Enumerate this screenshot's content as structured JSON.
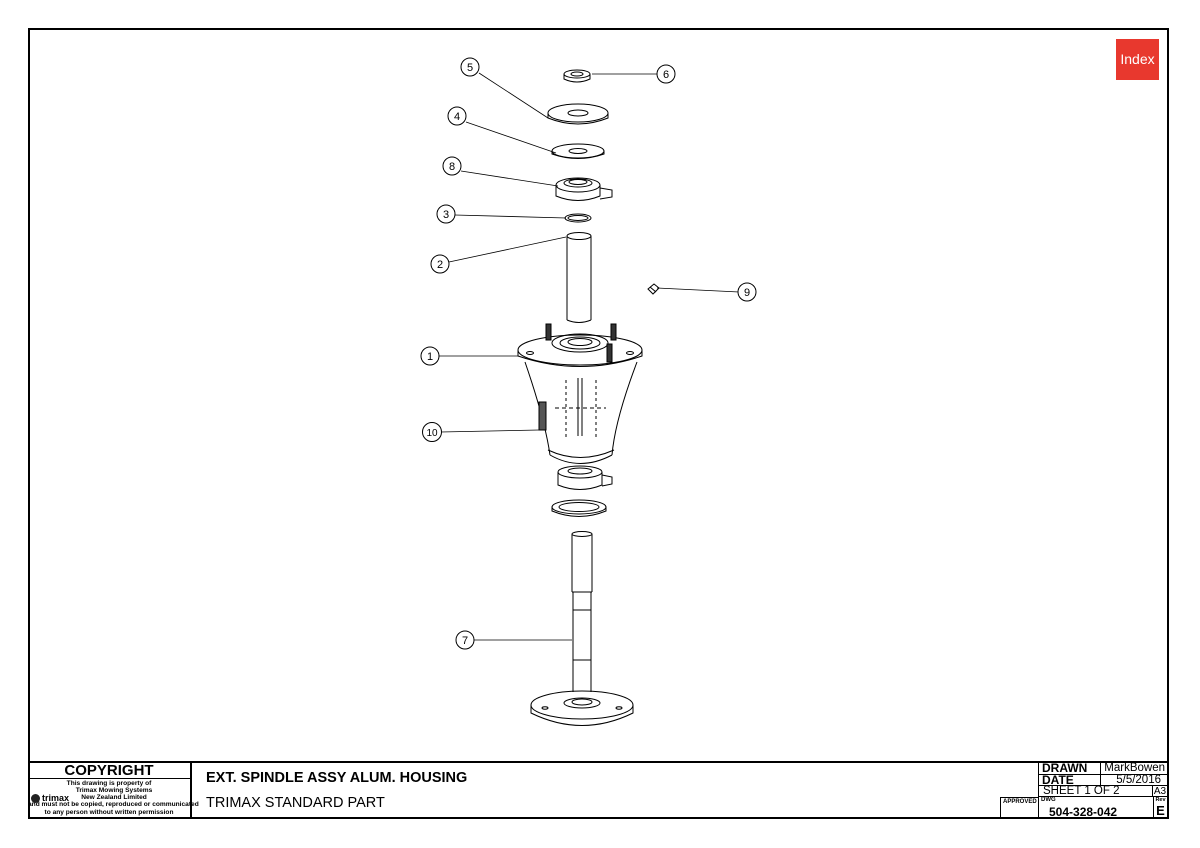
{
  "index_button": {
    "label": "Index",
    "color": "#e8382e"
  },
  "balloons": [
    "1",
    "2",
    "3",
    "4",
    "5",
    "6",
    "7",
    "8",
    "9",
    "10"
  ],
  "copyright": {
    "title": "COPYRIGHT",
    "line1": "This drawing is property of",
    "line2": "Trimax Mowing Systems",
    "line3": "New Zealand Limited",
    "line4": "and must not be copied, reproduced or communicated",
    "line5": "to any person without written permission",
    "logo_text": "trimax"
  },
  "title_block": {
    "title": "EXT. SPINDLE ASSY ALUM. HOUSING",
    "subtitle": "TRIMAX STANDARD PART",
    "approved_label": "APPROVED",
    "drawn_label": "DRAWN",
    "drawn_value": "MarkBowen",
    "date_label": "DATE",
    "date_value": "5/5/2016",
    "sheet": "SHEET 1 OF 2",
    "size": "A3",
    "dwg_label": "DWG",
    "dwg_number": "504-328-042",
    "rev_label": "Rev",
    "rev_value": "E"
  }
}
